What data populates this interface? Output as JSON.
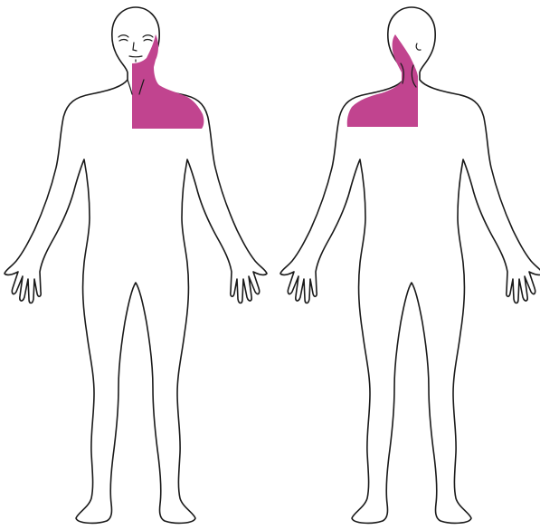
{
  "diagram": {
    "views": [
      {
        "id": "front",
        "highlight_side": "left-neck-and-shoulder"
      },
      {
        "id": "back",
        "highlight_side": "left-neck-and-shoulder"
      }
    ],
    "colors": {
      "highlight": "#c1448f",
      "outline": "#1a1a1a",
      "body_fill": "#ffffff",
      "background": "#ffffff"
    }
  }
}
